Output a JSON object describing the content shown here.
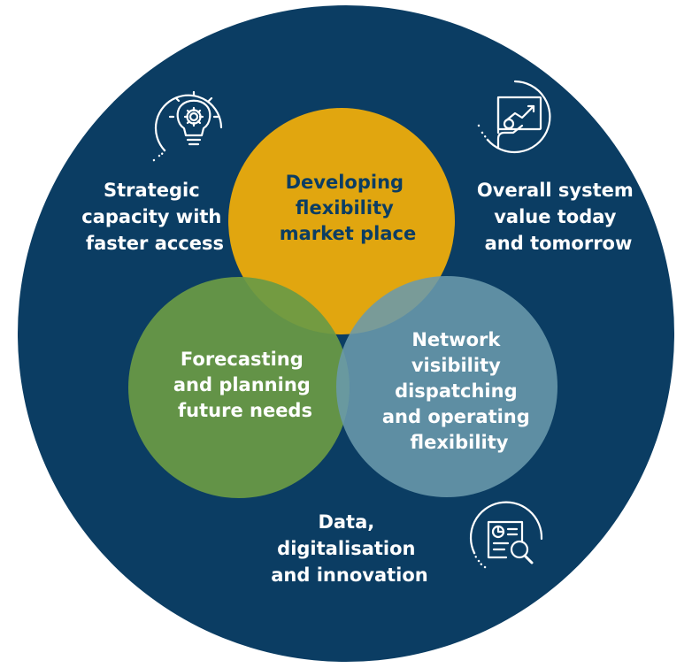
{
  "colors": {
    "background_circle": "#0b3d63",
    "venn_top": "#e8a90c",
    "venn_left": "#6a9a45",
    "venn_right": "#6a9aac",
    "venn_top_text": "#0b3d63",
    "text_white": "#ffffff"
  },
  "venn": {
    "top": {
      "lines": [
        "Developing",
        "flexibility",
        "market place"
      ]
    },
    "left": {
      "lines": [
        "Forecasting",
        "and planning",
        "future needs"
      ]
    },
    "right": {
      "lines": [
        "Network",
        "visibility",
        "dispatching",
        "and operating",
        "flexibility"
      ]
    }
  },
  "outer": {
    "top_left": {
      "icon": "lightbulb-gear-icon",
      "lines": [
        "Strategic",
        "capacity with",
        "faster access"
      ]
    },
    "top_right": {
      "icon": "presentation-chart-icon",
      "lines": [
        "Overall system",
        "value today",
        "and tomorrow"
      ]
    },
    "bottom": {
      "icon": "document-search-icon",
      "lines": [
        "Data,",
        "digitalisation",
        "and innovation"
      ]
    }
  }
}
